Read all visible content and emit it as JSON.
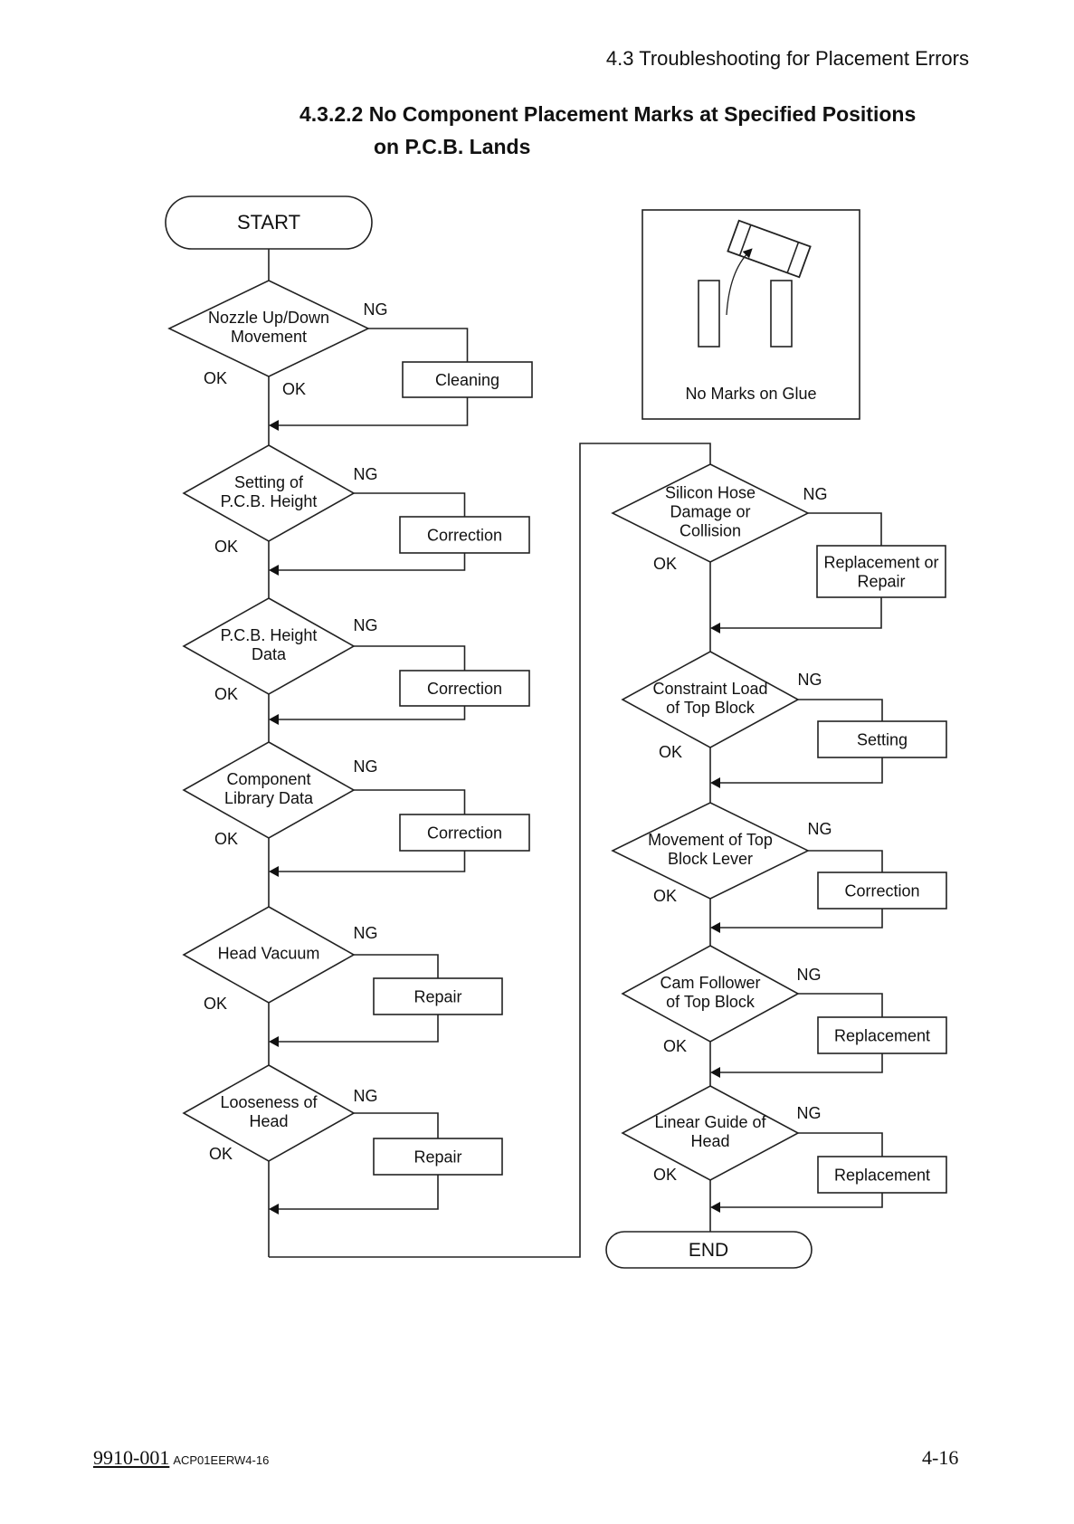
{
  "page": {
    "section_header": "4.3 Troubleshooting for Placement Errors",
    "title_line1": "4.3.2.2 No Component Placement Marks at Specified Positions",
    "title_line2": "on P.C.B. Lands",
    "footer_code": "9910-001",
    "footer_doc": "ACP01EERW4-16",
    "page_number": "4-16"
  },
  "illustration": {
    "caption": "No Marks on Glue"
  },
  "flowchart": {
    "start_label": "START",
    "end_label": "END",
    "ok_label": "OK",
    "ng_label": "NG",
    "left_checks": [
      {
        "question": [
          "Nozzle Up/Down",
          "Movement"
        ],
        "action": [
          "Cleaning"
        ]
      },
      {
        "question": [
          "Setting of",
          "P.C.B. Height"
        ],
        "action": [
          "Correction"
        ]
      },
      {
        "question": [
          "P.C.B. Height",
          "Data"
        ],
        "action": [
          "Correction"
        ]
      },
      {
        "question": [
          "Component",
          "Library Data"
        ],
        "action": [
          "Correction"
        ]
      },
      {
        "question": [
          "Head Vacuum"
        ],
        "action": [
          "Repair"
        ]
      },
      {
        "question": [
          "Looseness of",
          "Head"
        ],
        "action": [
          "Repair"
        ]
      }
    ],
    "right_checks": [
      {
        "question": [
          "Silicon Hose",
          "Damage or",
          "Collision"
        ],
        "action": [
          "Replacement or",
          "Repair"
        ]
      },
      {
        "question": [
          "Constraint Load",
          "of Top Block"
        ],
        "action": [
          "Setting"
        ]
      },
      {
        "question": [
          "Movement of Top",
          "Block Lever"
        ],
        "action": [
          "Correction"
        ]
      },
      {
        "question": [
          "Cam Follower",
          "of Top Block"
        ],
        "action": [
          "Replacement"
        ]
      },
      {
        "question": [
          "Linear Guide of",
          "Head"
        ],
        "action": [
          "Replacement"
        ]
      }
    ]
  }
}
